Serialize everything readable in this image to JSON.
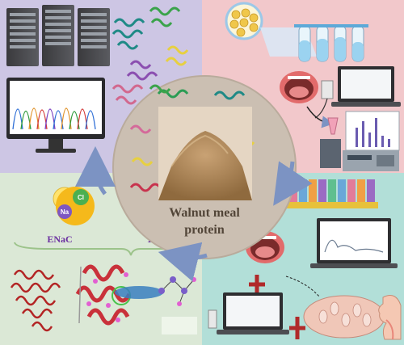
{
  "colors": {
    "top_left_bg": "#cdc6e4",
    "top_right_bg": "#f2c8cb",
    "bottom_left_bg": "#dbe8d6",
    "bottom_right_bg": "#b2dfd8",
    "center_circle": "#cbbfb2",
    "powder": "#b18a5c",
    "arrow": "#7c93c3",
    "ion_badge": "#f5b91b"
  },
  "center": {
    "title_line1": "Walnut meal",
    "title_line2": "protein"
  },
  "receptors": {
    "left": "ENaC",
    "right": "TMC4"
  },
  "ions": {
    "sodium": "Na",
    "chloride": "Cl"
  },
  "icons": [
    "server-rack-icon",
    "monitor-icon",
    "liposome-icon",
    "test-tube-icon",
    "open-mouth-icon",
    "laptop-icon",
    "hplc-instrument-icon",
    "lightbulb-icon",
    "tongue-papillae-icon",
    "head-profile-icon"
  ]
}
